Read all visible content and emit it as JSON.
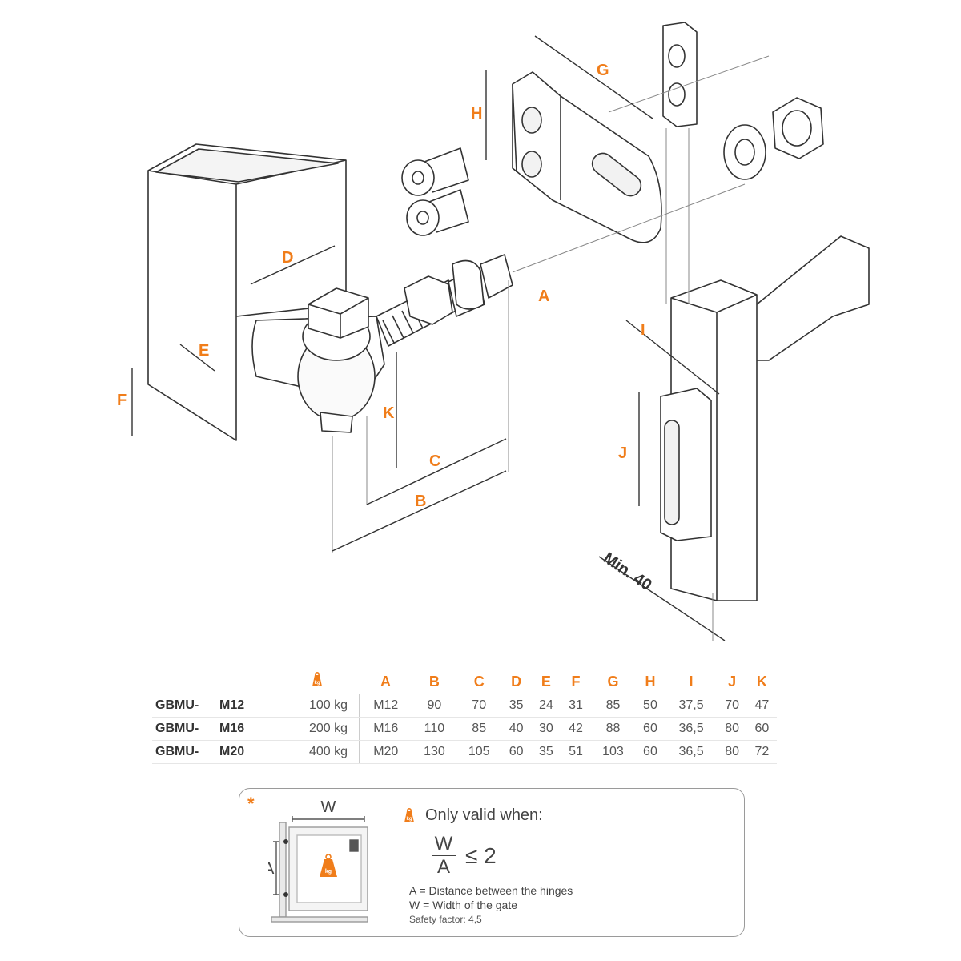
{
  "drawing": {
    "dimension_labels": [
      "A",
      "B",
      "C",
      "D",
      "E",
      "F",
      "G",
      "H",
      "I",
      "J",
      "K"
    ],
    "min_label": "Min. 40"
  },
  "table": {
    "load_icon": "weight-kg-icon",
    "columns": [
      "A",
      "B",
      "C",
      "D",
      "E",
      "F",
      "G",
      "H",
      "I",
      "J",
      "K"
    ],
    "rows": [
      {
        "code": "GBMU-",
        "size": "M12",
        "load": "100 kg",
        "values": [
          "M12",
          "90",
          "70",
          "35",
          "24",
          "31",
          "85",
          "50",
          "37,5",
          "70",
          "47"
        ]
      },
      {
        "code": "GBMU-",
        "size": "M16",
        "load": "200 kg",
        "values": [
          "M16",
          "110",
          "85",
          "40",
          "30",
          "42",
          "88",
          "60",
          "36,5",
          "80",
          "60"
        ]
      },
      {
        "code": "GBMU-",
        "size": "M20",
        "load": "400 kg",
        "values": [
          "M20",
          "130",
          "105",
          "60",
          "35",
          "51",
          "103",
          "60",
          "36,5",
          "80",
          "72"
        ]
      }
    ]
  },
  "note": {
    "star": "*",
    "gate_width_label": "W",
    "gate_hinge_label": "A",
    "weight_icon_text": "kg",
    "valid_text": "Only valid when:",
    "formula_num": "W",
    "formula_den": "A",
    "formula_rel": "≤ 2",
    "legend": [
      "A = Distance between the hinges",
      "W = Width of the gate"
    ],
    "safety": "Safety factor: 4,5"
  },
  "colors": {
    "accent": "#f07d1a",
    "line": "#333333"
  }
}
